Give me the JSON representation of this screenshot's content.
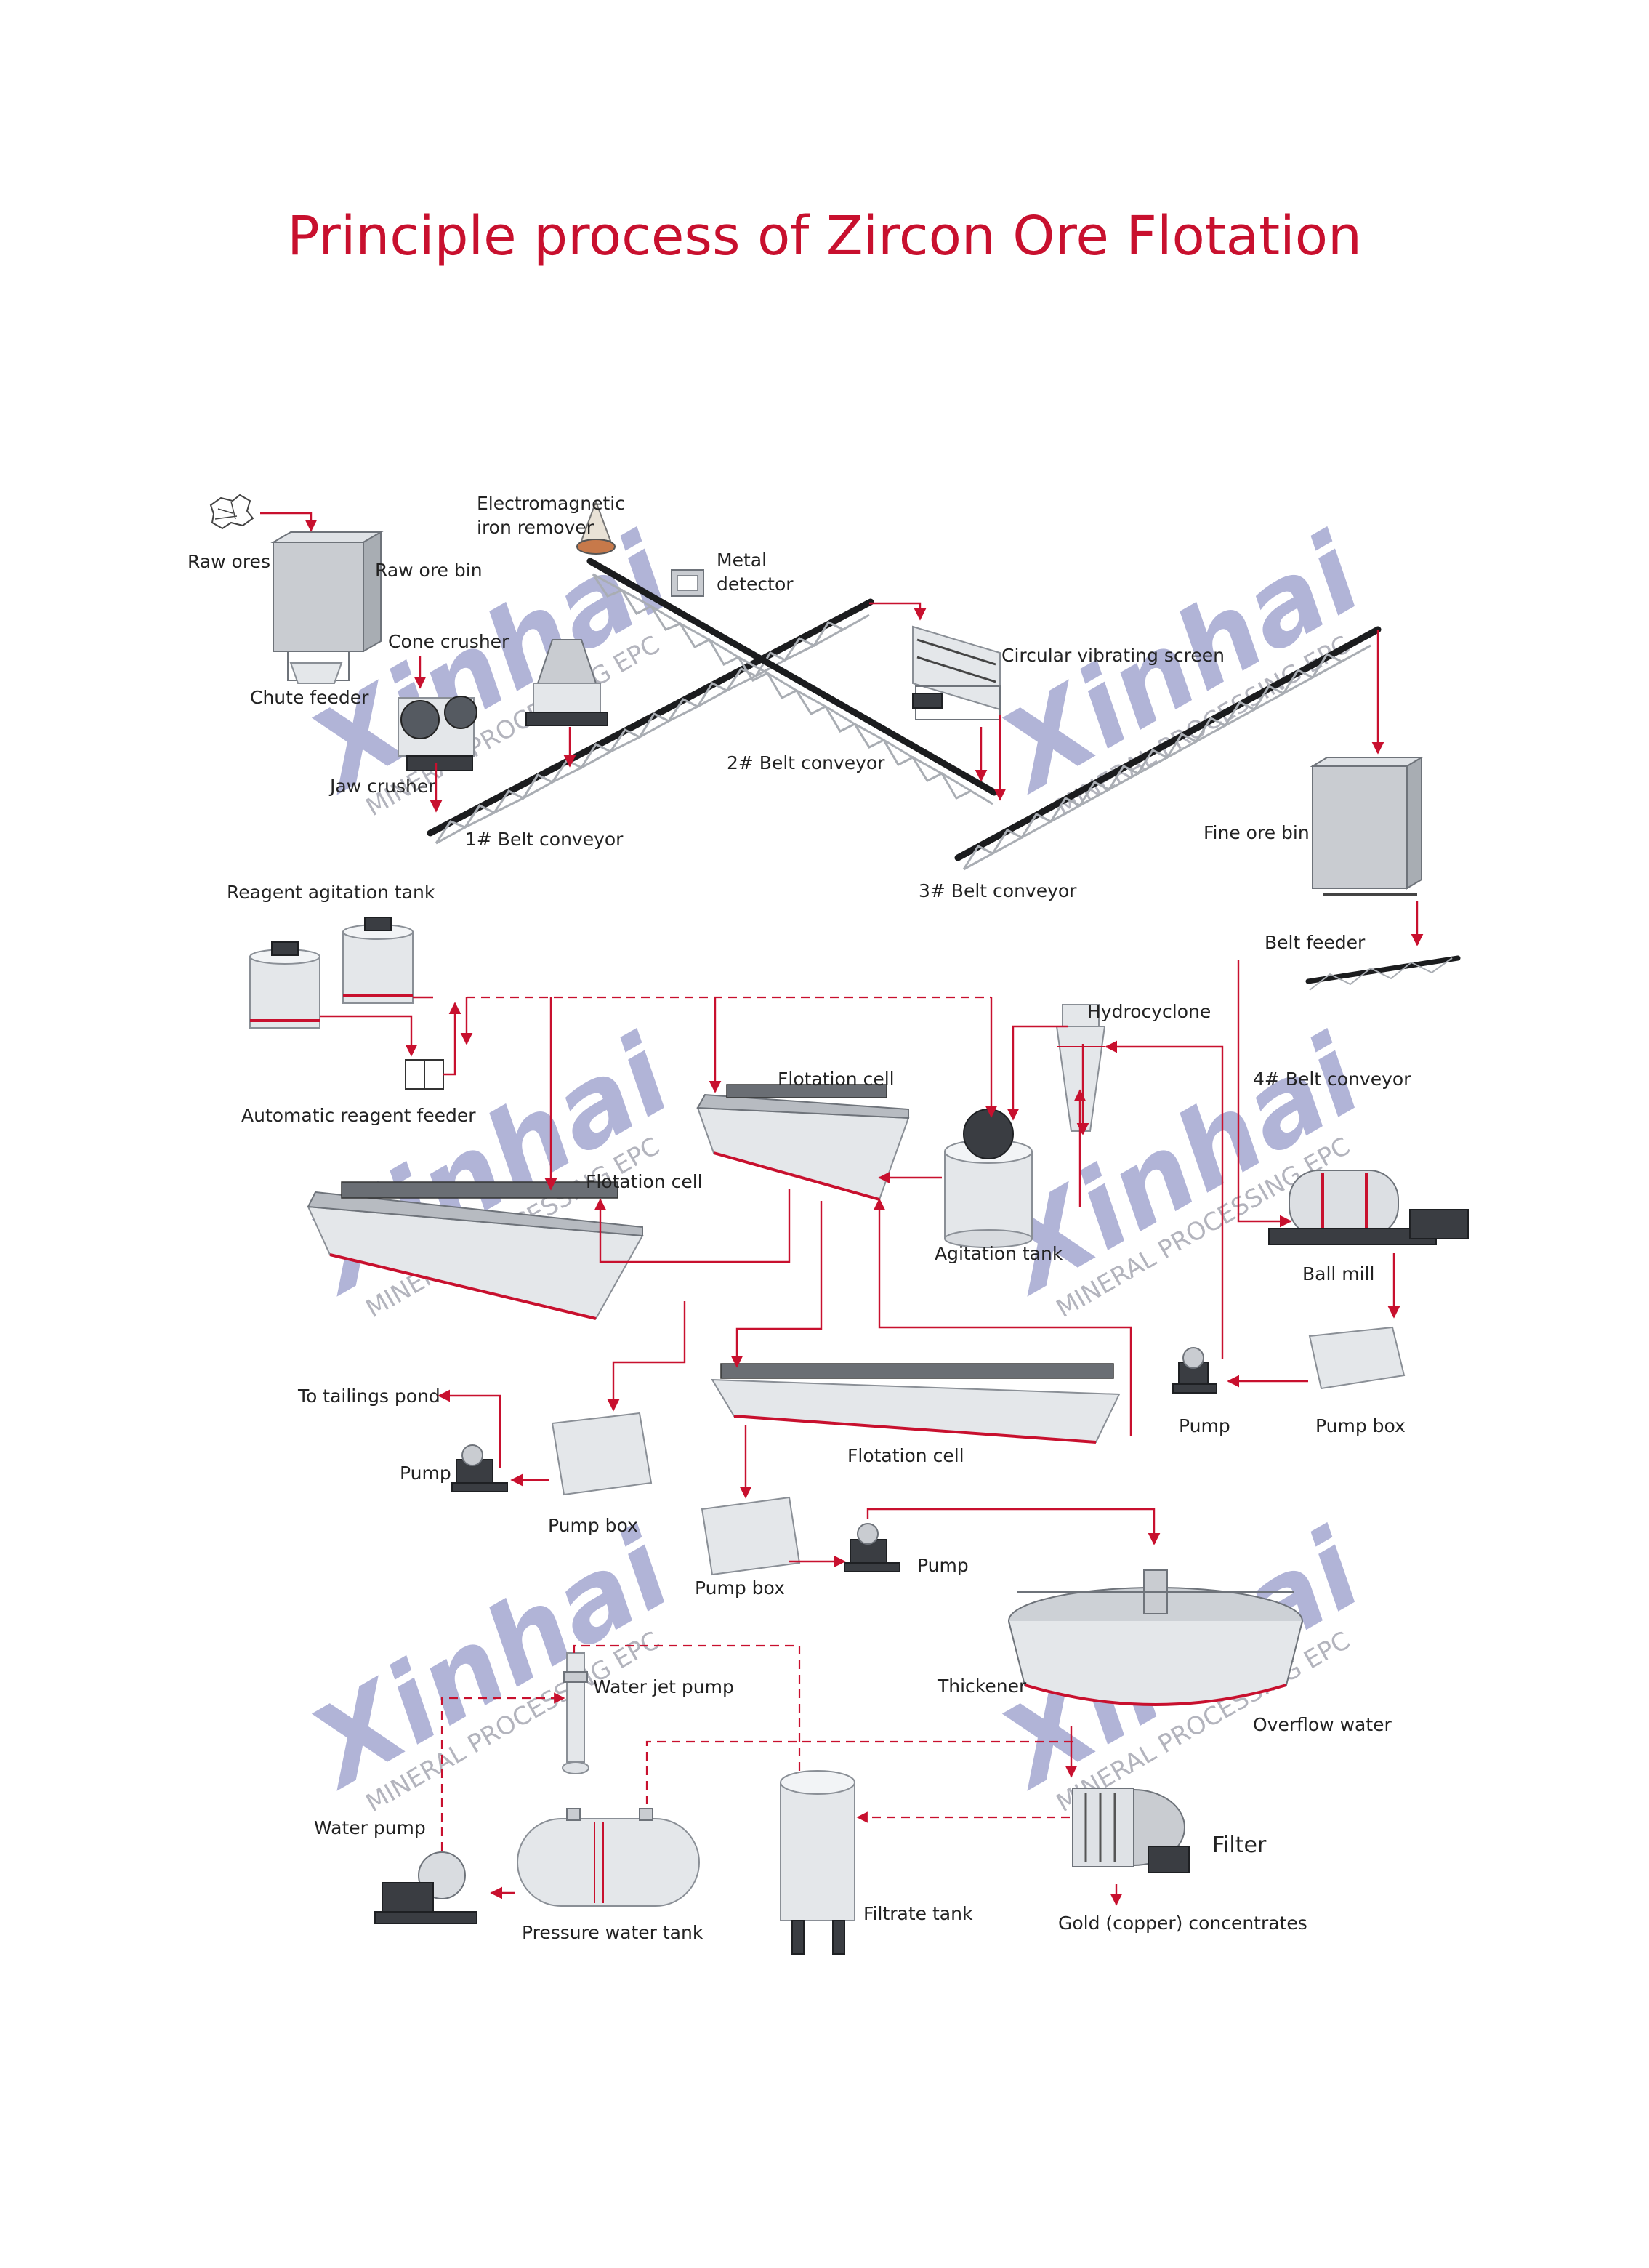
{
  "title": "Principle process of Zircon Ore Flotation",
  "labels": {
    "raw_ores": "Raw ores",
    "raw_ore_bin": "Raw ore bin",
    "electromagnetic_1": "Electromagnetic",
    "electromagnetic_2": "iron remover",
    "metal_detector_1": "Metal",
    "metal_detector_2": "detector",
    "cone_crusher": "Cone crusher",
    "chute_feeder": "Chute feeder",
    "jaw_crusher": "Jaw crusher",
    "belt_conveyor_1": "1# Belt conveyor",
    "belt_conveyor_2": "2# Belt conveyor",
    "circular_vibrating_screen": "Circular vibrating screen",
    "fine_ore_bin": "Fine ore bin",
    "belt_conveyor_3": "3# Belt conveyor",
    "reagent_agitation_tank": "Reagent agitation tank",
    "belt_feeder": "Belt feeder",
    "hydrocyclone": "Hydrocyclone",
    "automatic_reagent_feeder": "Automatic reagent feeder",
    "flotation_cell_top": "Flotation cell",
    "belt_conveyor_4": "4# Belt conveyor",
    "flotation_cell_left": "Flotation cell",
    "agitation_tank": "Agitation tank",
    "ball_mill": "Ball mill",
    "to_tailings_pond": "To tailings pond",
    "pump_right": "Pump",
    "pump_box_right": "Pump box",
    "pump_left": "Pump",
    "flotation_cell_bottom": "Flotation cell",
    "pump_box_left": "Pump box",
    "pump_box_center": "Pump box",
    "pump_center": "Pump",
    "water_jet_pump": "Water jet pump",
    "thickener": "Thickener",
    "overflow_water": "Overflow water",
    "water_pump": "Water pump",
    "filter": "Filter",
    "pressure_water_tank": "Pressure water tank",
    "filtrate_tank": "Filtrate tank",
    "concentrates": "Gold (copper) concentrates"
  },
  "watermark": {
    "brand": "Xinhai",
    "tagline": "MINERAL PROCESSING EPC"
  },
  "colors": {
    "title": "#c8102e",
    "flow_line": "#c8102e",
    "watermark": "#7377b8"
  }
}
